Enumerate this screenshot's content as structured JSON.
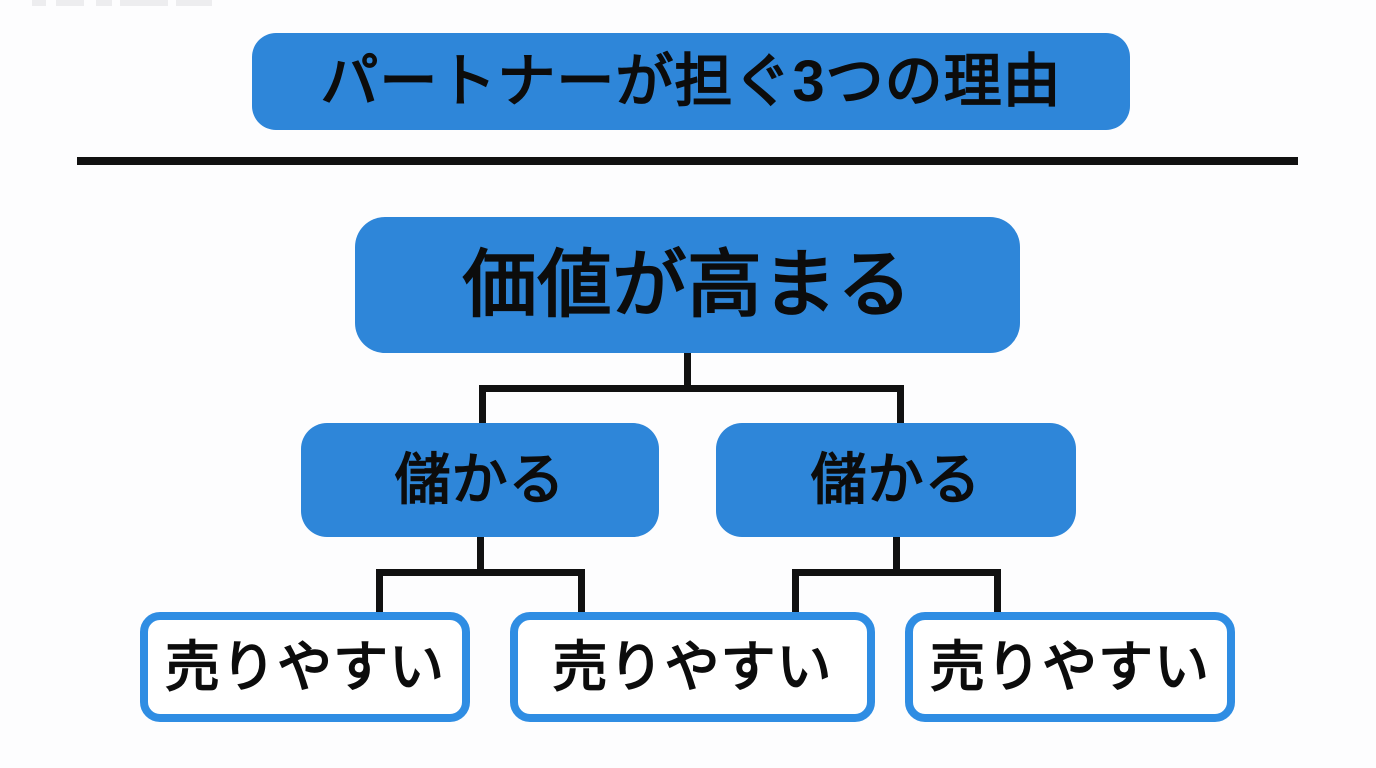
{
  "diagram": {
    "title": "パートナーが担ぐ3つの理由",
    "levels": {
      "root": "価値が高まる",
      "middle": [
        "儲かる",
        "儲かる"
      ],
      "bottom": [
        "売りやすい",
        "売りやすい",
        "売りやすい"
      ]
    },
    "colors": {
      "accent": "#2e86d9",
      "outline": "#2f8de3",
      "connector": "#111111",
      "text": "#0c0c0c",
      "background": "#fdfdfe"
    }
  }
}
